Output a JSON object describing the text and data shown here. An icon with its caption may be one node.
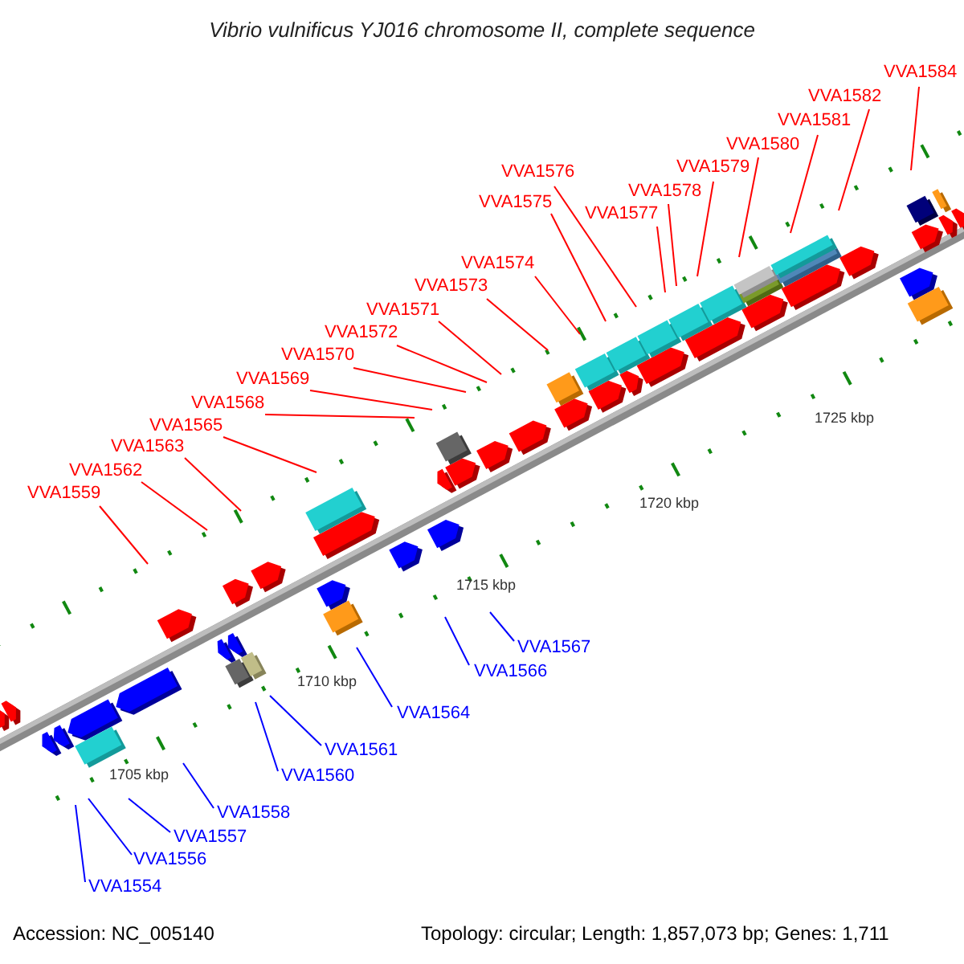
{
  "diagram": {
    "title": "Vibrio vulnificus YJ016 chromosome II, complete sequence",
    "nodes": [
      {
        "text": [
          "VVA1584"
        ]
      },
      {
        "text": [
          "VVA1582"
        ]
      },
      {
        "text": [
          "VVA1581"
        ]
      },
      {
        "text": [
          "VVA1580"
        ]
      },
      {
        "text": [
          "VVA1579"
        ]
      },
      {
        "text": [
          "VVA1576"
        ]
      },
      {
        "text": [
          "VVA1578"
        ]
      },
      {
        "text": [
          "VVA1575"
        ]
      },
      {
        "text": [
          "VVA1577"
        ]
      },
      {
        "text": [
          "VVA1574"
        ]
      },
      {
        "text": [
          "VVA1573"
        ]
      },
      {
        "text": [
          "VVA1571"
        ]
      },
      {
        "text": [
          "VVA1572"
        ]
      },
      {
        "text": [
          "VVA1570"
        ]
      },
      {
        "text": [
          "VVA1569"
        ]
      },
      {
        "text": [
          "VVA1568"
        ]
      },
      {
        "text": [
          "VVA1565"
        ]
      },
      {
        "text": [
          "VVA1563"
        ]
      },
      {
        "text": [
          "VVA1562"
        ]
      },
      {
        "text": [
          "VVA1559"
        ]
      },
      {
        "text": [
          "VVA1567"
        ]
      },
      {
        "text": [
          "VVA1566"
        ]
      },
      {
        "text": [
          "VVA1564"
        ]
      },
      {
        "text": [
          "VVA1561"
        ]
      },
      {
        "text": [
          "VVA1560"
        ]
      },
      {
        "text": [
          "VVA1558"
        ]
      },
      {
        "text": [
          "VVA1557"
        ]
      },
      {
        "text": [
          "VVA1556"
        ]
      },
      {
        "text": [
          "VVA1554"
        ]
      }
    ],
    "edges": [
      {
        "from": 0,
        "to": null,
        "arrow": "none"
      },
      {
        "from": 1,
        "to": null,
        "arrow": "none"
      },
      {
        "from": 2,
        "to": null,
        "arrow": "none"
      },
      {
        "from": 3,
        "to": null,
        "arrow": "none"
      },
      {
        "from": 4,
        "to": null,
        "arrow": "none"
      },
      {
        "from": 5,
        "to": null,
        "arrow": "none"
      },
      {
        "from": 6,
        "to": null,
        "arrow": "none"
      },
      {
        "from": 7,
        "to": null,
        "arrow": "none"
      },
      {
        "from": 8,
        "to": null,
        "arrow": "none"
      },
      {
        "from": 9,
        "to": null,
        "arrow": "none"
      },
      {
        "from": 10,
        "to": null,
        "arrow": "none"
      },
      {
        "from": 11,
        "to": null,
        "arrow": "none"
      },
      {
        "from": 12,
        "to": null,
        "arrow": "none"
      },
      {
        "from": 13,
        "to": null,
        "arrow": "none"
      },
      {
        "from": 14,
        "to": null,
        "arrow": "none"
      },
      {
        "from": 15,
        "to": null,
        "arrow": "none"
      },
      {
        "from": 16,
        "to": null,
        "arrow": "none"
      },
      {
        "from": 17,
        "to": null,
        "arrow": "none"
      },
      {
        "from": 18,
        "to": null,
        "arrow": "none"
      },
      {
        "from": 19,
        "to": null,
        "arrow": "none"
      },
      {
        "from": 20,
        "to": null,
        "arrow": "none",
        "color": "#0000ff"
      },
      {
        "from": 21,
        "to": null,
        "arrow": "none",
        "color": "#0000ff"
      },
      {
        "from": 22,
        "to": null,
        "arrow": "none",
        "color": "#0000ff"
      },
      {
        "from": 23,
        "to": null,
        "arrow": "none",
        "color": "#0000ff"
      },
      {
        "from": 24,
        "to": null,
        "arrow": "none",
        "color": "#0000ff"
      },
      {
        "from": 25,
        "to": null,
        "arrow": "none",
        "color": "#0000ff"
      },
      {
        "from": 26,
        "to": null,
        "arrow": "none",
        "color": "#0000ff"
      },
      {
        "from": 27,
        "to": null,
        "arrow": "none",
        "color": "#0000ff"
      },
      {
        "from": 28,
        "to": null,
        "arrow": "none",
        "color": "#0000ff"
      }
    ],
    "labels": [
      "1725 kbp",
      "1720 kbp",
      "1715 kbp",
      "1710 kbp",
      "1705 kbp",
      "Accession: NC_005140",
      "Topology: circular; Length: 1,857,073 bp; Genes: 1,711"
    ]
  }
}
